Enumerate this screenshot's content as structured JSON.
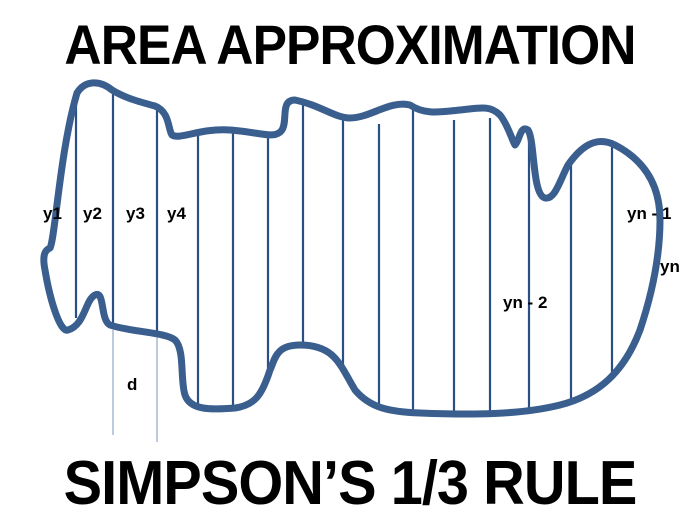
{
  "title_top": "AREA APPROXIMATION",
  "title_bottom": "SIMPSON’S 1/3 RULE",
  "colors": {
    "outline": "#3a5f8f",
    "ordinates": "#2a4f85",
    "text": "#000000",
    "background": "#ffffff"
  },
  "labels": {
    "y1": "y1",
    "y2": "y2",
    "y3": "y3",
    "y4": "y4",
    "d": "d",
    "yn_minus_2": "yn - 2",
    "yn_minus_1": "yn - 1",
    "yn": "yn"
  },
  "diagram": {
    "shape": "irregular closed region with equally spaced vertical ordinates",
    "ordinate_count": 16,
    "spacing_label": "d"
  }
}
